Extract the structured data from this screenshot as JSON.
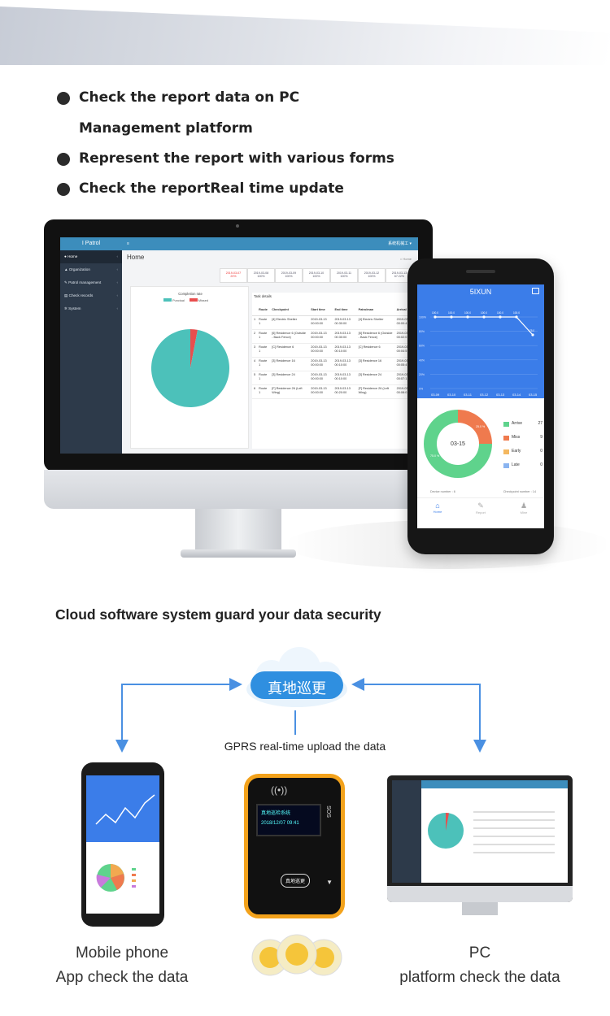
{
  "bullets": [
    "Check the report data on PC",
    "Management platform",
    "Represent the report with various forms",
    "Check the reportReal time update"
  ],
  "pc": {
    "brand": "I Patrol",
    "menu": [
      "Home",
      "Organization",
      "Patrol management",
      "Check records",
      "System"
    ],
    "user": "系统机械工",
    "page_title": "Home",
    "breadcrumb": "Home",
    "dates": [
      {
        "d": "2019-03-07",
        "p": "20%"
      },
      {
        "d": "2019-03-08",
        "p": "100%"
      },
      {
        "d": "2019-03-09",
        "p": "100%"
      },
      {
        "d": "2019-03-10",
        "p": "100%"
      },
      {
        "d": "2019-03-11",
        "p": "100%"
      },
      {
        "d": "2019-03-12",
        "p": "100%"
      },
      {
        "d": "2019-03-13",
        "p": "67.22%"
      }
    ],
    "pie_title": "Completion rate",
    "pie_legend": [
      "Punctual",
      "Missed"
    ],
    "pie_values": [
      97,
      3
    ],
    "table_title": "Task details",
    "columns": [
      "Route",
      "Checkpoint",
      "Start time",
      "End time",
      "Patrolman",
      "Arrival"
    ],
    "rows": [
      [
        "1",
        "Route 1",
        "[4] Electric Shelter",
        "2019-03-13 00:00:00",
        "2019-03-13 00:30:00",
        "[4] Electric Shelter",
        "2019-03 00:00:4"
      ],
      [
        "2",
        "Route 1",
        "[6] Residence 6 (Outside - Back Fence)",
        "2019-03-13 00:00:00",
        "2019-03-13 00:30:00",
        "[6] Residence 6 (Outside - Back Fence)",
        "2019-03 00:02:0"
      ],
      [
        "3",
        "Route 1",
        "[C] Residence 6",
        "2019-03-13 00:00:00",
        "2019-03-13 00:10:00",
        "[C] Residence 6",
        "2019-03 00:04:5"
      ],
      [
        "4",
        "Route 1",
        "[3] Residence 16",
        "2019-03-13 00:00:00",
        "2019-03-13 00:10:00",
        "[3] Residence 16",
        "2019-03 00:05:4"
      ],
      [
        "5",
        "Route 1",
        "[3] Residence 24",
        "2019-03-13 00:00:00",
        "2019-03-13 00:10:00",
        "[3] Residence 24",
        "2019-03 00:07:1"
      ],
      [
        "6",
        "Route 1",
        "[F] Residence 26 (Left Wing)",
        "2019-03-13 00:00:00",
        "2019-03-13 00:20:00",
        "[F] Residence 26 (Left Wing)",
        "2019-03 00:08:0"
      ]
    ]
  },
  "phone": {
    "title": "5IXUN",
    "x": [
      "03-09",
      "03-10",
      "03-11",
      "03-12",
      "03-13",
      "03-14",
      "03-15"
    ],
    "y": [
      100,
      100,
      100,
      100,
      100,
      100,
      75.0
    ],
    "yticks": [
      "100%",
      "80%",
      "60%",
      "40%",
      "20%",
      "0%"
    ],
    "donut_center": "03-15",
    "donut_pct": [
      "25.0 %",
      "75.0 %"
    ],
    "legend": [
      {
        "name": "Arrive",
        "value": "27",
        "color": "#5fd38c"
      },
      {
        "name": "Miss",
        "value": "9",
        "color": "#ef7a4e"
      },
      {
        "name": "Early",
        "value": "0",
        "color": "#f4b860"
      },
      {
        "name": "Late",
        "value": "0",
        "color": "#8ab4f0"
      }
    ],
    "device_number": "Device number : 6",
    "checkpoint_number": "Checkpoint number : 14",
    "tabs": [
      "Home",
      "Report",
      "Mine"
    ]
  },
  "headline": "Cloud software system guard your data security",
  "cloud_text": "真地巡更",
  "gprs": "GPRS real-time upload the data",
  "device": {
    "screen_line1": "真地巡检系统",
    "screen_line2": "2018/12/07 09:41",
    "sos": "SOS",
    "logo": "真地巡更"
  },
  "cap_left": [
    "Mobile phone",
    "App check the data"
  ],
  "cap_right": [
    "PC",
    "platform check the data"
  ],
  "colors": {
    "blue": "#3c8dbc",
    "teal": "#4cc1ba",
    "red": "#e84e4e",
    "phone_blue": "#3b7de9",
    "orange": "#f3a21b"
  }
}
